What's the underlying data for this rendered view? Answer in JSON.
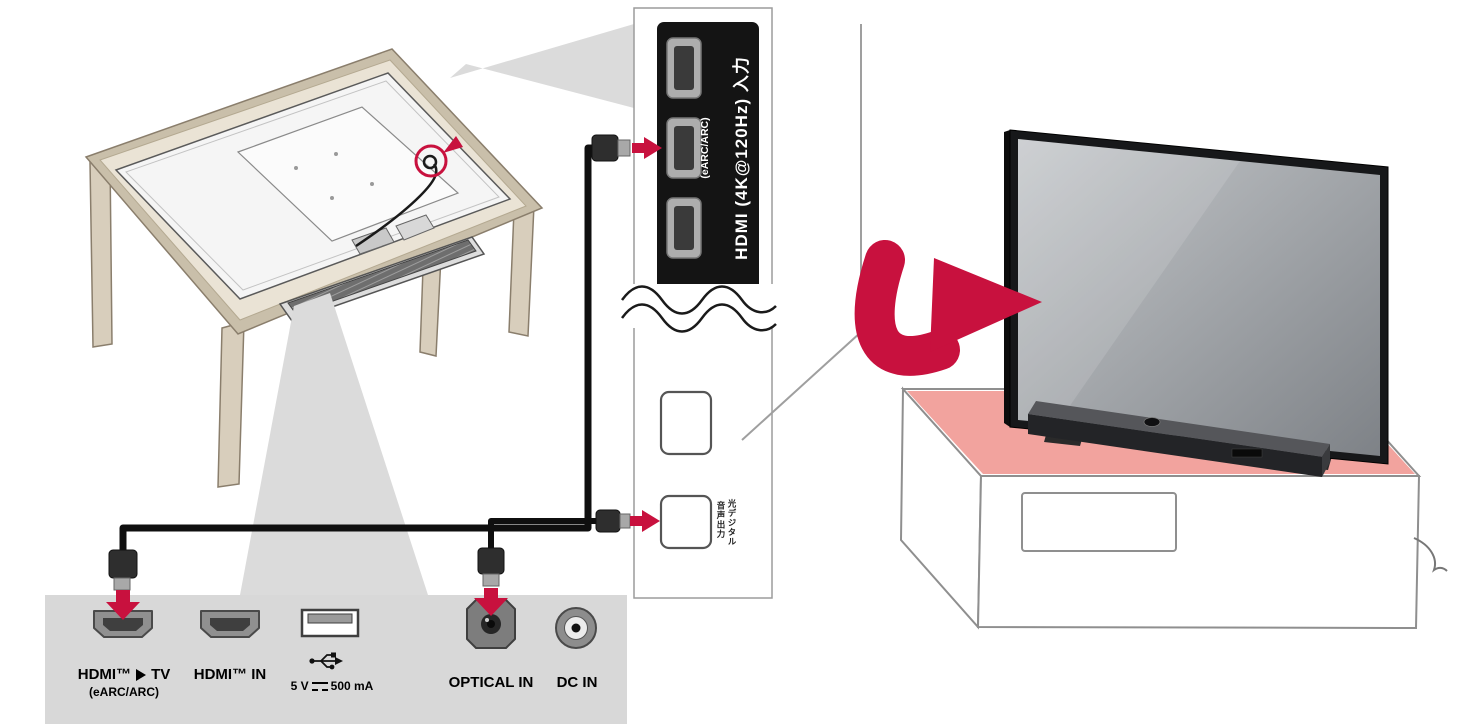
{
  "colors": {
    "accent_red": "#C8113E",
    "highlight_pink": "#F2A39E",
    "panel_gray": "#D8D8D8",
    "block_black": "#141414",
    "table_tan": "#EAE3D5",
    "cable_black": "#0F0F0F"
  },
  "tv_rear_panel": {
    "hdmi_label": "HDMI (4K@120Hz) 入力",
    "earc_label": "(eARC/ARC)",
    "optical_label_col1": "光デジタル",
    "optical_label_col2": "音声出力"
  },
  "soundbar_panel": {
    "hdmi_tv_label_left": "HDMI™",
    "hdmi_tv_label_right": "TV",
    "hdmi_tv_sublabel": "(eARC/ARC)",
    "hdmi_in_label": "HDMI™ IN",
    "usb_label_left": "5 V",
    "usb_label_right": "500 mA",
    "optical_in_label": "OPTICAL IN",
    "dc_in_label": "DC IN"
  }
}
